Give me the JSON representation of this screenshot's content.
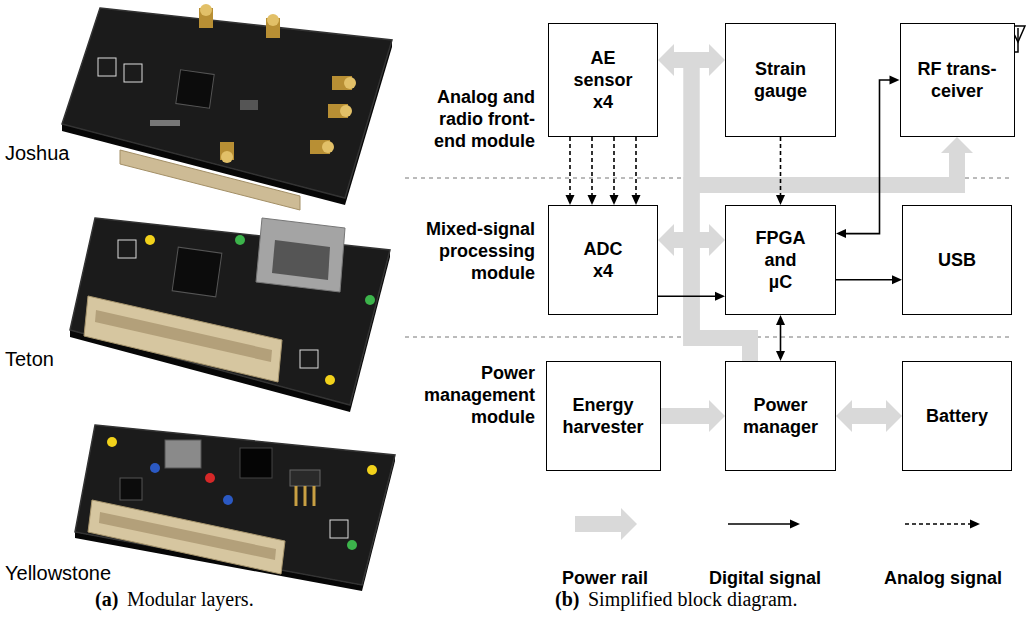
{
  "diagram": {
    "nodes": [
      {
        "text": [
          "AE sensor x4"
        ]
      },
      {
        "text": [
          "Strain gauge"
        ]
      },
      {
        "text": [
          "RF trans-ceiver"
        ]
      },
      {
        "text": [
          "ADC x4"
        ]
      },
      {
        "text": [
          "FPGA and µC"
        ]
      },
      {
        "text": [
          "USB"
        ]
      },
      {
        "text": [
          "Energy harvester"
        ]
      },
      {
        "text": [
          "Power manager"
        ]
      },
      {
        "text": [
          "Battery"
        ]
      }
    ],
    "edges": [
      {
        "from": 0,
        "to": 3,
        "arrow": "to"
      },
      {
        "from": 0,
        "to": 3,
        "arrow": "to"
      },
      {
        "from": 0,
        "to": 3,
        "arrow": "to"
      },
      {
        "from": 0,
        "to": 3,
        "arrow": "to"
      },
      {
        "from": 1,
        "to": 4,
        "arrow": "to"
      },
      {
        "from": 3,
        "to": 4,
        "arrow": "to"
      },
      {
        "from": 4,
        "to": 2,
        "arrow": "both"
      },
      {
        "from": 4,
        "to": 5,
        "arrow": "to"
      },
      {
        "from": 4,
        "to": 7,
        "arrow": "both"
      },
      {
        "from": 6,
        "to": 7,
        "arrow": "to"
      },
      {
        "from": 7,
        "to": 8,
        "arrow": "both"
      },
      {
        "from": 7,
        "to": 0,
        "arrow": "to"
      },
      {
        "from": 7,
        "to": 1,
        "arrow": "to"
      },
      {
        "from": 7,
        "to": 3,
        "arrow": "to"
      },
      {
        "from": 7,
        "to": 4,
        "arrow": "to"
      },
      {
        "from": 7,
        "to": 2,
        "arrow": "to"
      }
    ],
    "labels": [
      "Joshua",
      "Teton",
      "Yellowstone",
      "Analog and radio front-end module",
      "Mixed-signal processing module",
      "Power management module",
      "(a)",
      "Modular layers.",
      "(b)",
      "Simplified block diagram."
    ],
    "legend": [
      {
        "text": "Power rail"
      },
      {
        "text": "Digital signal"
      },
      {
        "text": "Analog signal"
      }
    ]
  }
}
